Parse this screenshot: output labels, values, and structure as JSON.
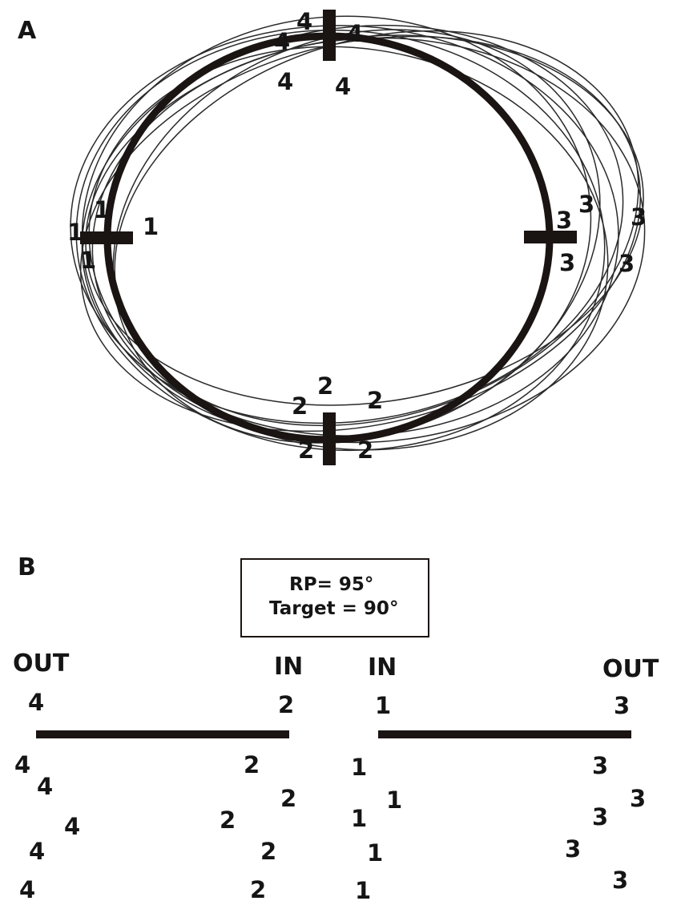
{
  "panel_a": {
    "label": "A",
    "marker_labels": {
      "top": [
        "4",
        "4",
        "4",
        "4",
        "4"
      ],
      "left": [
        "1",
        "1",
        "1",
        "1"
      ],
      "right": [
        "3",
        "3",
        "3",
        "3",
        "3"
      ],
      "bottom": [
        "2",
        "2",
        "2",
        "2",
        "2"
      ]
    }
  },
  "panel_b": {
    "label": "B",
    "legend": {
      "line1": "RP= 95°",
      "line2": "Target = 90°"
    },
    "left_axis": {
      "out_label": "OUT",
      "in_label": "IN",
      "target_labels": [
        "4",
        "2"
      ],
      "column_out": [
        "4",
        "4",
        "4",
        "4",
        "4"
      ],
      "column_in": [
        "2",
        "2",
        "2",
        "2",
        "2"
      ]
    },
    "right_axis": {
      "in_label": "IN",
      "out_label": "OUT",
      "target_labels": [
        "1",
        "3"
      ],
      "column_in": [
        "1",
        "1",
        "1",
        "1",
        "1"
      ],
      "column_out": [
        "3",
        "3",
        "3",
        "3",
        "3"
      ]
    }
  }
}
